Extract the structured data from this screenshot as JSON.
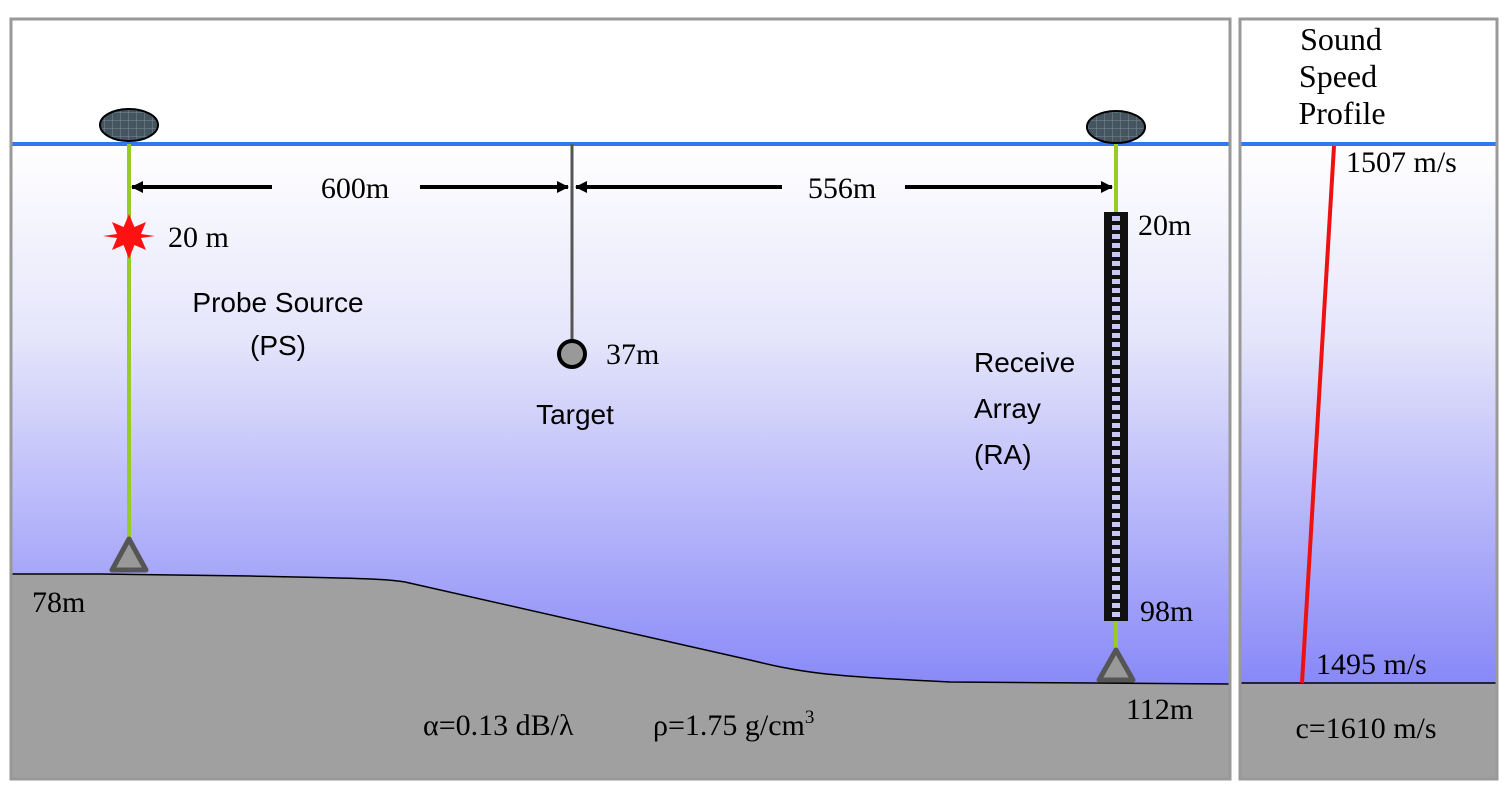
{
  "distances": {
    "ps_to_target": "600m",
    "target_to_ra": "556m"
  },
  "probe_source": {
    "depth": "20 m",
    "label_line1": "Probe Source",
    "label_line2": "(PS)",
    "bottom_depth": "78m"
  },
  "target": {
    "depth": "37m",
    "label": "Target"
  },
  "receive_array": {
    "top_depth": "20m",
    "bottom_depth": "98m",
    "label_line1": "Receive",
    "label_line2": "Array",
    "label_line3": "(RA)",
    "anchor_depth": "112m"
  },
  "seabed": {
    "attenuation": "α=0.13 dB/λ",
    "density_prefix": "ρ=1.75 g/cm",
    "density_exponent": "3"
  },
  "sound_speed_profile": {
    "title_line1": "Sound",
    "title_line2": "Speed",
    "title_line3": "Profile",
    "top_speed": "1507 m/s",
    "bottom_speed": "1495 m/s",
    "sediment_speed": "c=1610 m/s"
  },
  "colors": {
    "water_top": "#ffffff",
    "water_bottom": "#8888f8",
    "surface_line": "#3377ee",
    "seabed": "#a0a0a0",
    "mooring_line": "#99cc22",
    "source_star": "#ff1111",
    "ssp_line": "#ee1111",
    "frame": "#999999"
  }
}
